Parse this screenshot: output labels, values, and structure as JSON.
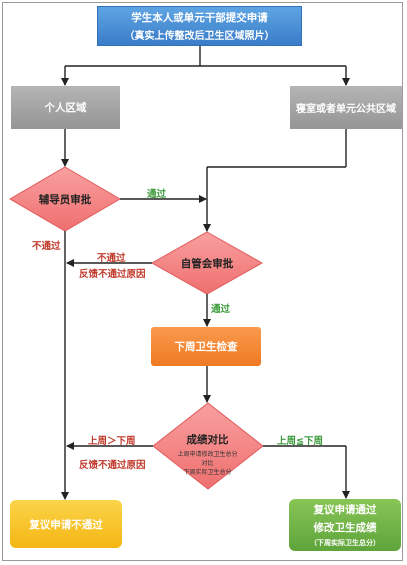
{
  "start": {
    "line1": "学生本人或单元干部提交申请",
    "line2": "（真实上传整改后卫生区域照片）"
  },
  "personal_area": "个人区域",
  "public_area": "寝室或者单元公共区域",
  "counselor_review": "辅导员审批",
  "committee_review": "自管会审批",
  "week_check": "下周卫生检查",
  "compare": {
    "title": "成绩对比",
    "line1": "上周申请修改卫生总分",
    "line2": "对比",
    "line3": "下周实际卫生总分"
  },
  "result_fail": "复议申请不通过",
  "result_pass": {
    "line1": "复议申请通过",
    "line2": "修改卫生成绩",
    "note": "（下周实际卫生总分）"
  },
  "labels": {
    "counselor_pass": "通过",
    "counselor_fail": "不通过",
    "committee_fail": "不通过",
    "committee_fail_reason": "反馈不通过原因",
    "committee_pass": "通过",
    "compare_fail": "上周＞下周",
    "compare_fail_reason": "反馈不通过原因",
    "compare_pass": "上周≦下周"
  },
  "colors": {
    "start": "#4a90d9",
    "area": "#a6a6a6",
    "decision": "#f47c7c",
    "process": "#f58a35",
    "fail": "#f6c12e",
    "pass": "#6db443",
    "label_red": "#c0392b",
    "label_green": "#3a9a3a"
  }
}
